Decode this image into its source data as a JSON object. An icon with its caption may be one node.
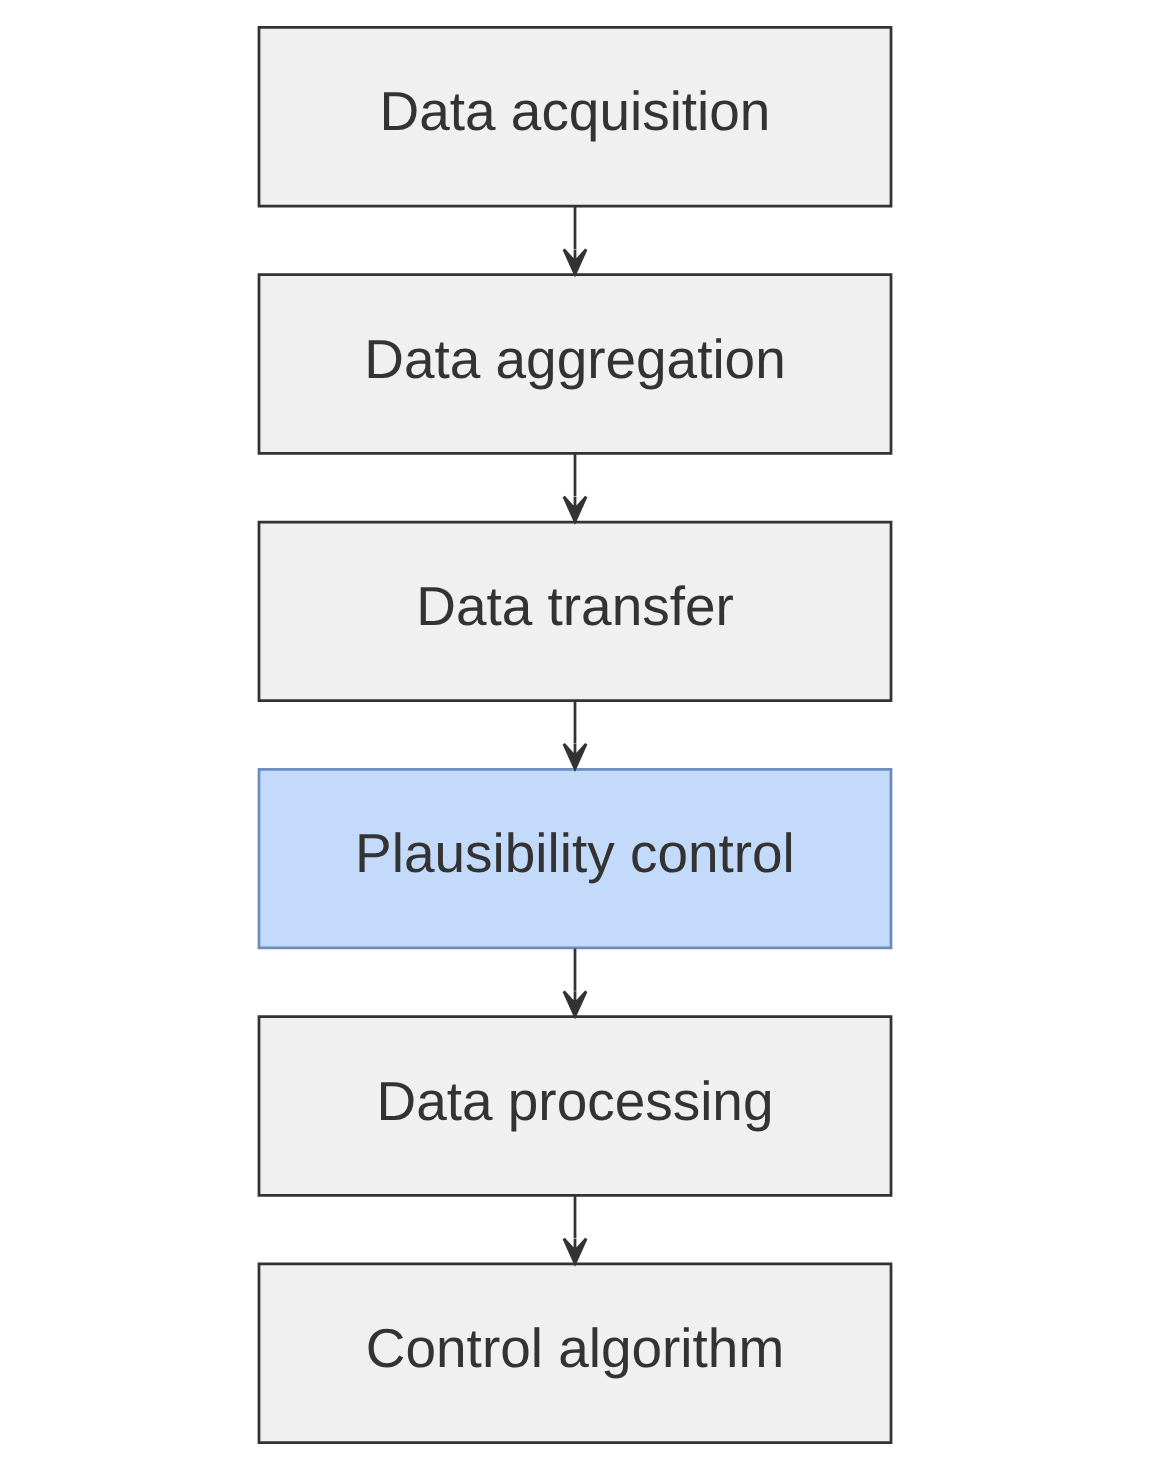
{
  "diagram": {
    "nodes": [
      {
        "text": [
          "Data acquisition"
        ]
      },
      {
        "text": [
          "Data aggregation"
        ]
      },
      {
        "text": [
          "Data transfer"
        ]
      },
      {
        "text": [
          "Plausibility control"
        ]
      },
      {
        "text": [
          "Data processing"
        ]
      },
      {
        "text": [
          "Control algorithm"
        ]
      }
    ],
    "edges": [
      {
        "from": 0,
        "to": 1,
        "arrow": "to"
      },
      {
        "from": 1,
        "to": 2,
        "arrow": "to"
      },
      {
        "from": 2,
        "to": 3,
        "arrow": "to"
      },
      {
        "from": 3,
        "to": 4,
        "arrow": "to"
      },
      {
        "from": 4,
        "to": 5,
        "arrow": "to"
      }
    ]
  }
}
